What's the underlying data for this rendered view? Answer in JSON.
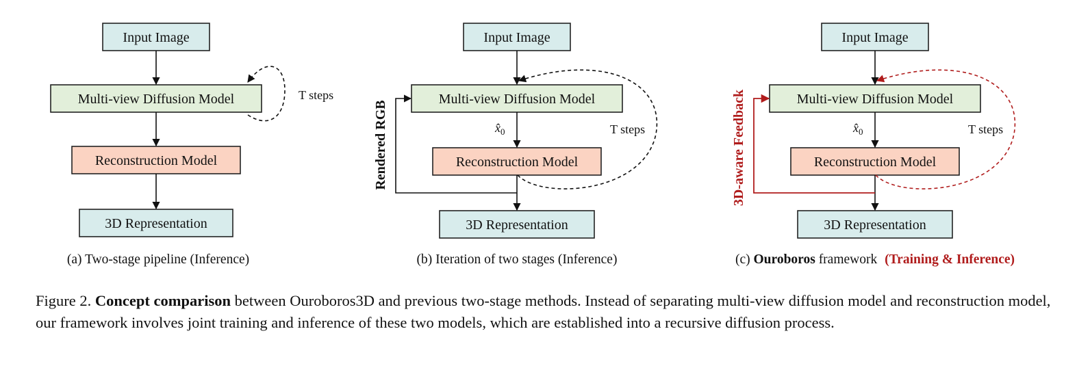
{
  "panels": {
    "a": {
      "input": "Input Image",
      "mvdm": "Multi-view Diffusion Model",
      "recon": "Reconstruction Model",
      "rep": "3D Representation",
      "steps": "T steps",
      "caption": "(a) Two-stage pipeline (Inference)"
    },
    "b": {
      "input": "Input Image",
      "mvdm": "Multi-view Diffusion Model",
      "recon": "Reconstruction Model",
      "rep": "3D Representation",
      "steps": "T steps",
      "x0_base": "x̂",
      "x0_sub": "0",
      "side_label": "Rendered RGB",
      "caption": "(b) Iteration of two stages (Inference)"
    },
    "c": {
      "input": "Input Image",
      "mvdm": "Multi-view Diffusion Model",
      "recon": "Reconstruction Model",
      "rep": "3D Representation",
      "steps": "T steps",
      "x0_base": "x̂",
      "x0_sub": "0",
      "side_label": "3D-aware Feedback",
      "caption_prefix": "(c) ",
      "caption_bold": "Ouroboros",
      "caption_mid": " framework ",
      "caption_red": "(Training & Inference)"
    }
  },
  "figure_caption": {
    "label": "Figure 2. ",
    "bold": "Concept comparison",
    "text": " between Ouroboros3D and previous two-stage methods. Instead of separating multi-view diffusion model and reconstruction model, our framework involves joint training and inference of these two models, which are established into a recursive diffusion process."
  },
  "colors": {
    "box_blue": "#d8ecec",
    "box_green": "#e2efda",
    "box_salmon": "#fbd3c2",
    "feedback_red": "#b01c1c"
  }
}
